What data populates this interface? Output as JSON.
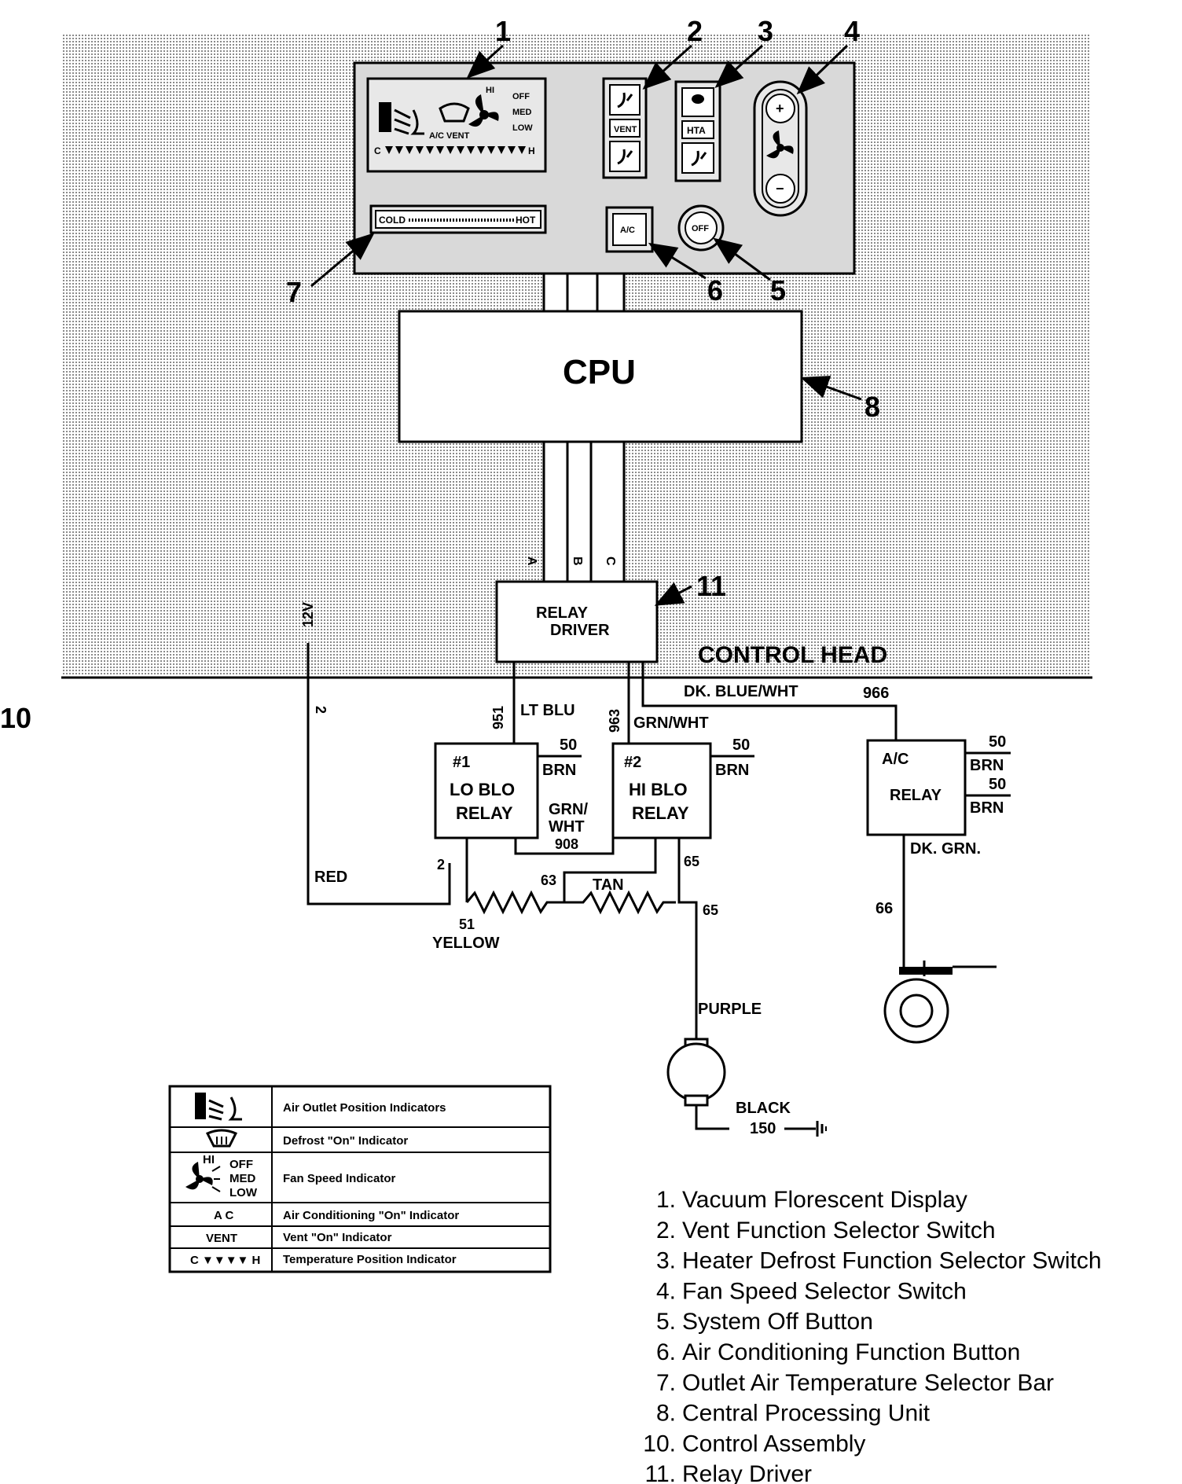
{
  "callouts": {
    "n1": "1",
    "n2": "2",
    "n3": "3",
    "n4": "4",
    "n5": "5",
    "n6": "6",
    "n7": "7",
    "n8": "8",
    "n10": "10",
    "n11": "11"
  },
  "control_head": {
    "title": "CONTROL HEAD",
    "cpu": "CPU",
    "relay_driver_line1": "RELAY",
    "relay_driver_line2": "DRIVER",
    "bus_a": "A",
    "bus_b": "B",
    "bus_c": "C",
    "supply": "12V",
    "display": {
      "hi": "HI",
      "off": "OFF",
      "med": "MED",
      "low": "LOW",
      "ac_vent": "A/C VENT",
      "c": "C",
      "h": "H"
    },
    "vent_button": "VENT",
    "hta_button": "HTA",
    "ac_button": "A/C",
    "off_button": "OFF",
    "temp_bar_cold": "COLD",
    "temp_bar_hot": "HOT",
    "fan_plus": "+",
    "fan_minus": "−"
  },
  "wiring": {
    "w2_top": "2",
    "w951": "951",
    "lt_blu": "LT BLU",
    "w963": "963",
    "grn_wht": "GRN/WHT",
    "dk_blue_wht": "DK. BLUE/WHT",
    "w966": "966",
    "relay1_num": "#1",
    "relay1_l1": "LO BLO",
    "relay1_l2": "RELAY",
    "relay1_50": "50",
    "relay1_brn": "BRN",
    "relay2_num": "#2",
    "relay2_l1": "HI BLO",
    "relay2_l2": "RELAY",
    "relay2_50": "50",
    "relay2_brn": "BRN",
    "grn_wht_908_l1": "GRN/",
    "grn_wht_908_l2": "WHT",
    "grn_wht_908_l3": "908",
    "ac_relay_l1": "A/C",
    "ac_relay_l2": "RELAY",
    "ac_50a": "50",
    "ac_brn_a": "BRN",
    "ac_50b": "50",
    "ac_brn_b": "BRN",
    "dk_grn": "DK. GRN.",
    "w66": "66",
    "red": "RED",
    "w2_relay": "2",
    "w63": "63",
    "tan": "TAN",
    "w65a": "65",
    "w65b": "65",
    "w51": "51",
    "yellow": "YELLOW",
    "purple": "PURPLE",
    "black": "BLACK",
    "w150": "150"
  },
  "legend": [
    {
      "icon": "air-outlet-icon",
      "text": "Air Outlet Position Indicators"
    },
    {
      "icon": "defrost-icon",
      "text": "Defrost \"On\" Indicator"
    },
    {
      "icon": "fan-speed-icon",
      "text": "Fan Speed Indicator",
      "labels": [
        "HI",
        "OFF",
        "MED",
        "LOW"
      ]
    },
    {
      "icon": "ac-icon",
      "label": "A C",
      "text": "Air Conditioning \"On\" Indicator"
    },
    {
      "icon": "vent-icon",
      "label": "VENT",
      "text": "Vent \"On\" Indicator"
    },
    {
      "icon": "temperature-icon",
      "label": "C ▼▼▼▼ H",
      "text": "Temperature Position Indicator"
    }
  ],
  "key": [
    {
      "num": "1.",
      "text": "Vacuum Florescent Display"
    },
    {
      "num": "2.",
      "text": "Vent Function Selector Switch"
    },
    {
      "num": "3.",
      "text": "Heater Defrost Function Selector Switch"
    },
    {
      "num": "4.",
      "text": "Fan Speed Selector Switch"
    },
    {
      "num": "5.",
      "text": "System Off Button"
    },
    {
      "num": "6.",
      "text": "Air Conditioning Function Button"
    },
    {
      "num": "7.",
      "text": "Outlet Air Temperature Selector Bar"
    },
    {
      "num": "8.",
      "text": "Central Processing Unit"
    },
    {
      "num": "10.",
      "text": "Control Assembly"
    },
    {
      "num": "11.",
      "text": "Relay Driver"
    }
  ]
}
